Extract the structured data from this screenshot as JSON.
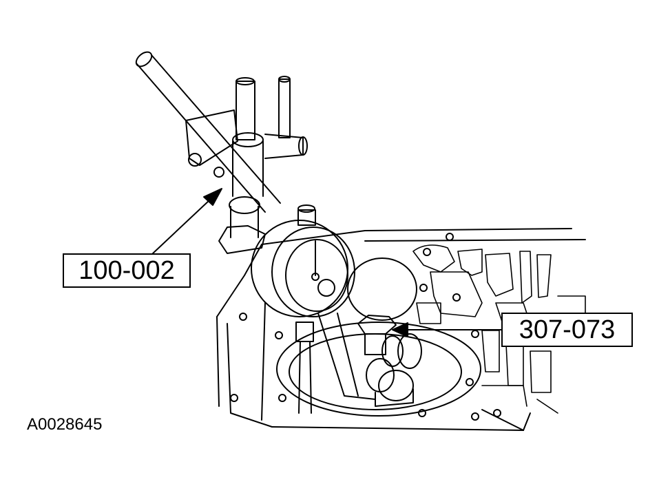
{
  "figure": {
    "callouts": [
      {
        "label": "100-002"
      },
      {
        "label": "307-073"
      }
    ],
    "figure_id": "A0028645",
    "style": {
      "line_color": "#000000",
      "background": "#ffffff"
    }
  }
}
